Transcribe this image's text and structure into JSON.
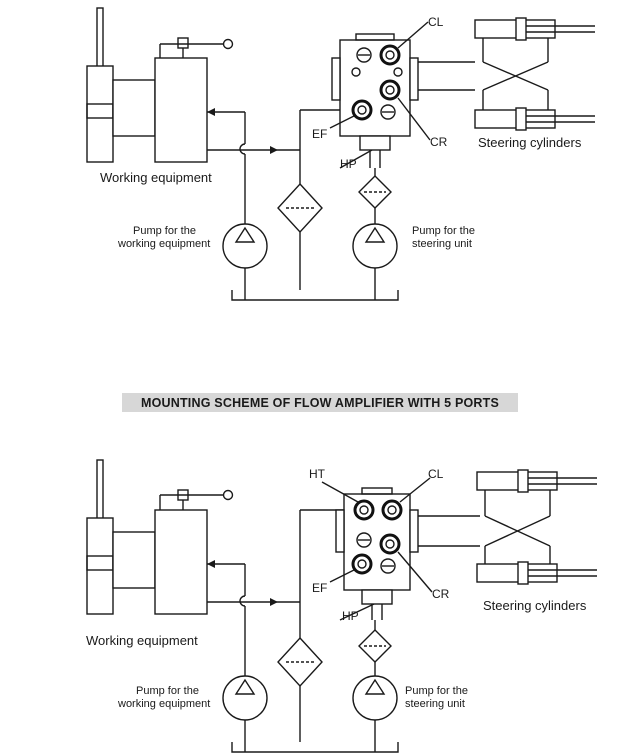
{
  "diagram_top": {
    "label_working_equipment": "Working equipment",
    "label_steering_cylinders": "Steering cylinders",
    "label_pump_working_line1": "Pump for the",
    "label_pump_working_line2": "working equipment",
    "label_pump_steering_line1": "Pump for the",
    "label_pump_steering_line2": "steering unit",
    "port_cl": "CL",
    "port_cr": "CR",
    "port_ef": "EF",
    "port_hp": "HP"
  },
  "banner": {
    "title": "MOUNTING SCHEME OF FLOW AMPLIFIER WITH 5 PORTS"
  },
  "diagram_bottom": {
    "label_working_equipment": "Working equipment",
    "label_steering_cylinders": "Steering cylinders",
    "label_pump_working_line1": "Pump for the",
    "label_pump_working_line2": "working equipment",
    "label_pump_steering_line1": "Pump for the",
    "label_pump_steering_line2": "steering unit",
    "port_ht": "HT",
    "port_cl": "CL",
    "port_cr": "CR",
    "port_ef": "EF",
    "port_hp": "HP"
  }
}
